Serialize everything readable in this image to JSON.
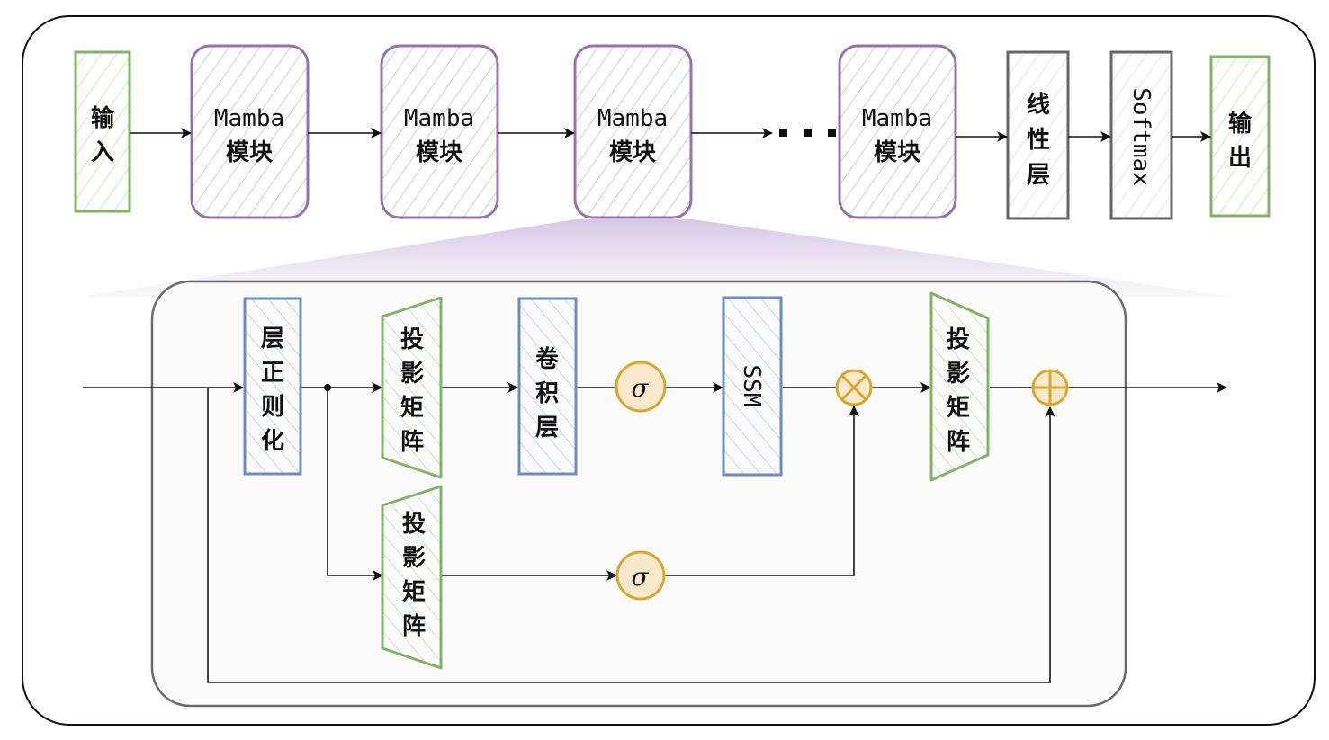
{
  "colors": {
    "mamba_stroke": "#9673a6",
    "mamba_hatch": "#d5c6e6",
    "io_stroke": "#82b366",
    "io_hatch": "#cfe6c0",
    "gray_stroke": "#666666",
    "gray_hatch": "#e6e6e6",
    "blue_stroke": "#6c8ebf",
    "blue_hatch": "#c9d8f2",
    "op_stroke": "#d6a82e",
    "op_fill": "#fae8cd",
    "inner_frame_stroke": "#6b6b6b",
    "inner_frame_fill": "#fbfbfc",
    "funnel": "#d8cbe6"
  },
  "top_pipeline": {
    "input": [
      "输",
      "入"
    ],
    "mamba_blocks": [
      {
        "line1": "Mamba",
        "line2": "模块"
      },
      {
        "line1": "Mamba",
        "line2": "模块"
      },
      {
        "line1": "Mamba",
        "line2": "模块"
      },
      {
        "line1": "Mamba",
        "line2": "模块"
      }
    ],
    "ellipsis": "· · ·",
    "linear_layer": [
      "线",
      "性",
      "层"
    ],
    "softmax": "Softmax",
    "output": [
      "输",
      "出"
    ]
  },
  "mamba_detail": {
    "layer_norm": [
      "层",
      "正",
      "则",
      "化"
    ],
    "projection_top": [
      "投",
      "影",
      "矩",
      "阵"
    ],
    "conv_layer": [
      "卷",
      "积",
      "层"
    ],
    "sigma_top": "σ",
    "ssm": "SSM",
    "multiply_op": "⊗",
    "projection_out": [
      "投",
      "影",
      "矩",
      "阵"
    ],
    "add_op": "⊕",
    "projection_bottom": [
      "投",
      "影",
      "矩",
      "阵"
    ],
    "sigma_bottom": "σ"
  }
}
